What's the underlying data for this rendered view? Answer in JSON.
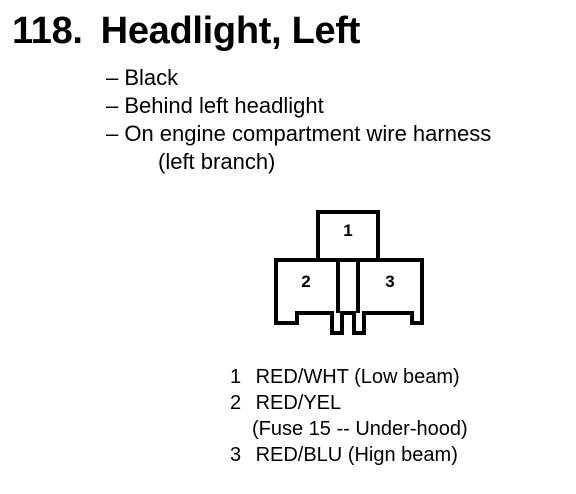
{
  "title": {
    "number": "118.",
    "name": "Headlight, Left"
  },
  "description": [
    "– Black",
    "– Behind left headlight",
    "– On engine compartment wire harness",
    "(left branch)"
  ],
  "connector": {
    "cavity_labels": [
      "1",
      "2",
      "3"
    ]
  },
  "pins": [
    {
      "num": "1",
      "wire": "RED/WHT (Low beam)",
      "note": ""
    },
    {
      "num": "2",
      "wire": "RED/YEL",
      "note": "(Fuse 15 -- Under-hood)"
    },
    {
      "num": "3",
      "wire": "RED/BLU (Hign beam)",
      "note": ""
    }
  ]
}
